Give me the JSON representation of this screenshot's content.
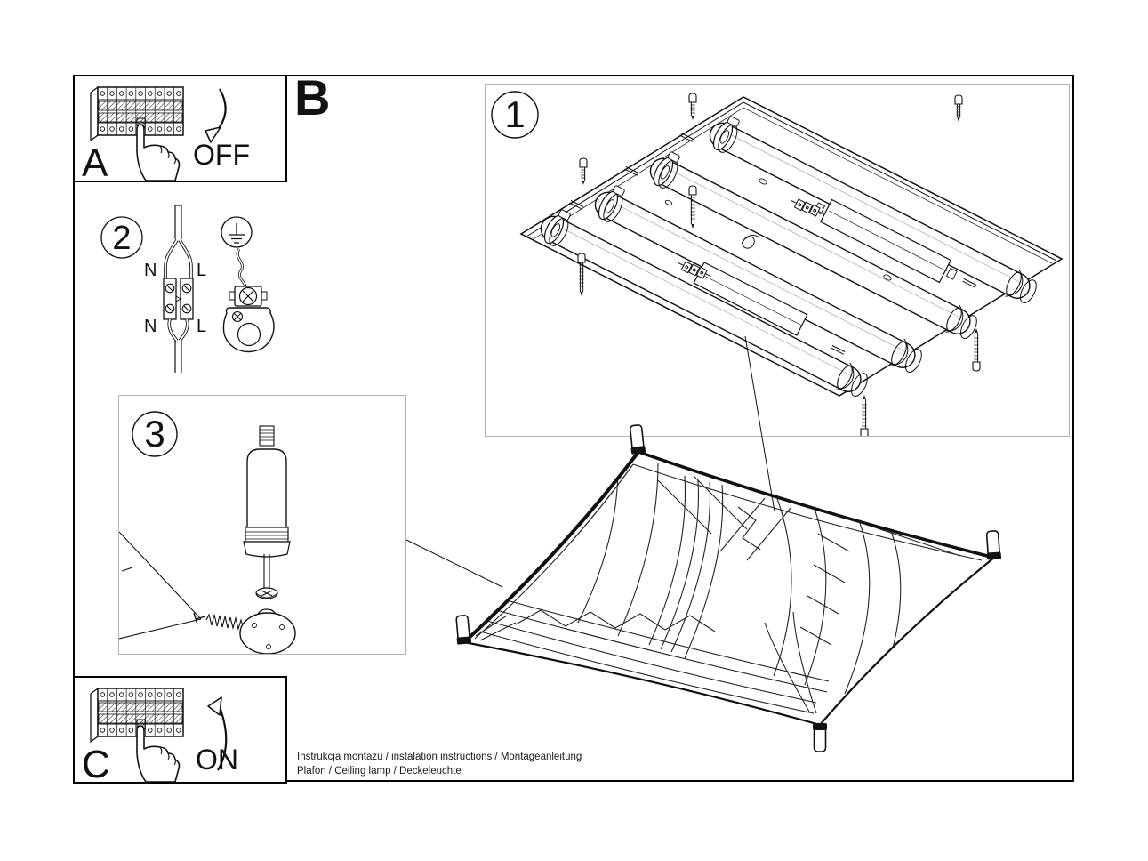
{
  "page": {
    "bg": "#ffffff",
    "ink": "#111111",
    "frame_color": "#000000",
    "soft_border": "#b4b4b4"
  },
  "section_label": "B",
  "panel_off": {
    "label": "A",
    "state": "OFF"
  },
  "panel_on": {
    "label": "C",
    "state": "ON"
  },
  "step1": {
    "number": "1"
  },
  "step2": {
    "number": "2",
    "wire_top_left": "N",
    "wire_top_right": "L",
    "wire_bottom_left": "N",
    "wire_bottom_right": "L"
  },
  "step3": {
    "number": "3"
  },
  "footer": {
    "line1": "Instrukcja montażu / instalation instructions / Montageanleitung",
    "line2": "Plafon / Ceiling lamp / Deckeleuchte"
  }
}
